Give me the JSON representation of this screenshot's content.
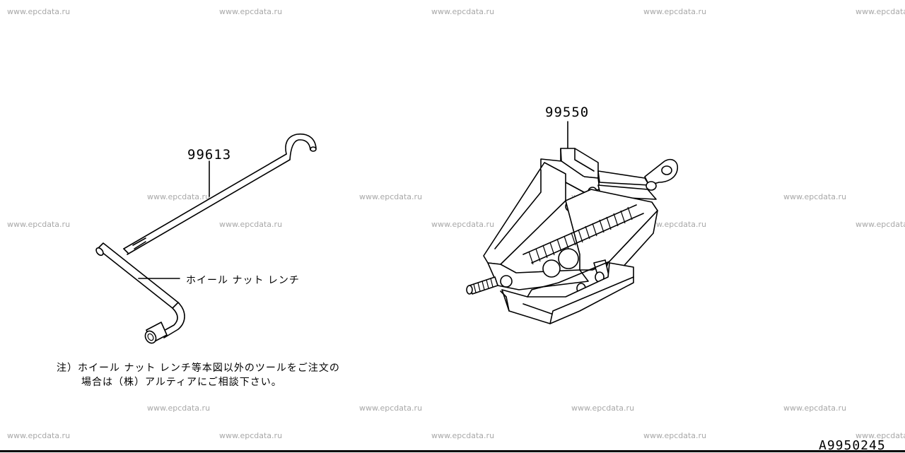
{
  "watermark": "www.epcdata.ru",
  "parts": {
    "wrench_number": "99613",
    "jack_number": "99550",
    "wrench_name": "ホイール ナット レンチ"
  },
  "note": {
    "line1": "注）ホイール ナット レンチ等本図以外のツールをご注文の",
    "line2": "場合は（株）アルティアにご相談下さい。"
  },
  "diagram_code": "A9950245"
}
